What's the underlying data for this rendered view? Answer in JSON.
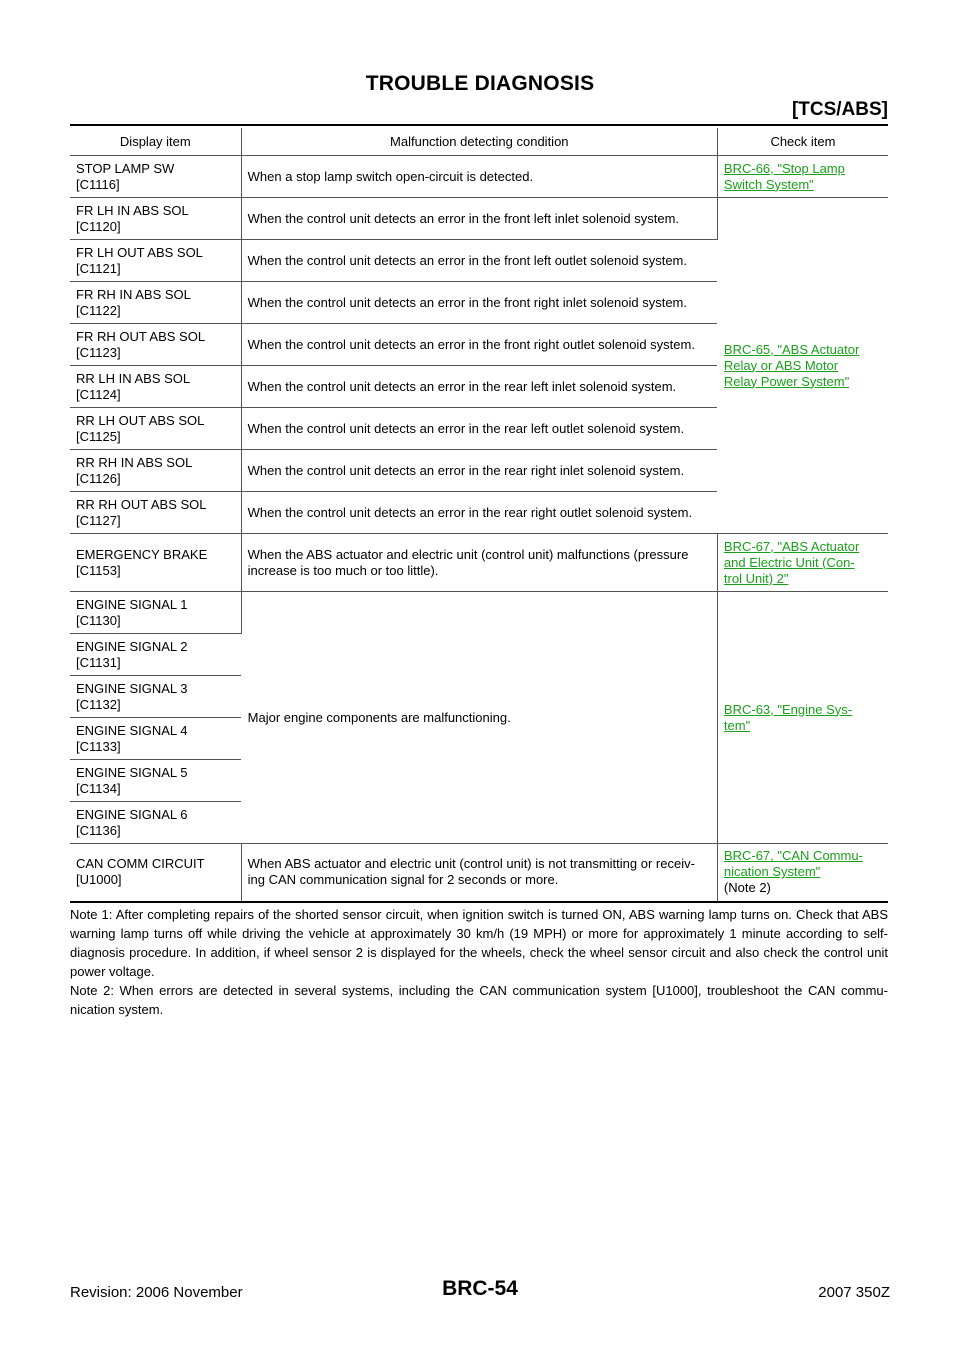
{
  "header": {
    "title": "TROUBLE DIAGNOSIS",
    "section": "[TCS/ABS]"
  },
  "table": {
    "columns": [
      "Display item",
      "Malfunction detecting condition",
      "Check item"
    ],
    "rows": [
      {
        "display": [
          "STOP LAMP SW",
          "[C1116]"
        ],
        "condition": "When a stop lamp switch open-circuit is detected.",
        "check": [
          "BRC-66, \"Stop Lamp ",
          "Switch System\""
        ]
      },
      {
        "display": [
          "FR LH IN ABS SOL",
          "[C1120]"
        ],
        "condition": "When the control unit detects an error in the front left inlet solenoid system.",
        "check": [
          "BRC-65, \"ABS Actuator ",
          "Relay or ABS Motor ",
          "Relay Power System\""
        ]
      },
      {
        "display": [
          "FR LH OUT ABS SOL",
          "[C1121]"
        ],
        "condition": "When the control unit detects an error in the front left outlet solenoid system."
      },
      {
        "display": [
          "FR RH IN ABS SOL",
          "[C1122]"
        ],
        "condition": "When the control unit detects an error in the front right inlet solenoid system."
      },
      {
        "display": [
          "FR RH OUT ABS SOL",
          "[C1123]"
        ],
        "condition": "When the control unit detects an error in the front right outlet solenoid system."
      },
      {
        "display": [
          "RR LH IN ABS SOL",
          "[C1124]"
        ],
        "condition": "When the control unit detects an error in the rear left inlet solenoid system."
      },
      {
        "display": [
          "RR LH OUT ABS SOL",
          "[C1125]"
        ],
        "condition": "When the control unit detects an error in the rear left outlet solenoid system."
      },
      {
        "display": [
          "RR RH IN ABS SOL",
          "[C1126]"
        ],
        "condition": "When the control unit detects an error in the rear right inlet solenoid system."
      },
      {
        "display": [
          "RR RH OUT ABS SOL",
          "[C1127]"
        ],
        "condition": "When the control unit detects an error in the rear right outlet solenoid system."
      },
      {
        "display": [
          "EMERGENCY BRAKE",
          "[C1153]"
        ],
        "condition": "When the ABS actuator and electric unit (control unit) malfunctions (pressure increase is too much or too little).",
        "check": [
          "BRC-67, \"ABS Actuator ",
          "and Electric Unit (Con-",
          "trol Unit) 2\""
        ]
      },
      {
        "display": [
          "ENGINE SIGNAL 1",
          "[C1130]"
        ],
        "condition": "Major engine components are malfunctioning.",
        "check": [
          "BRC-63, \"Engine Sys-",
          "tem\""
        ]
      },
      {
        "display": [
          "ENGINE SIGNAL 2",
          "[C1131]"
        ]
      },
      {
        "display": [
          "ENGINE SIGNAL 3",
          "[C1132]"
        ]
      },
      {
        "display": [
          "ENGINE SIGNAL 4",
          "[C1133]"
        ]
      },
      {
        "display": [
          "ENGINE SIGNAL 5",
          "[C1134]"
        ]
      },
      {
        "display": [
          "ENGINE SIGNAL 6",
          "[C1136]"
        ]
      },
      {
        "display": [
          "CAN COMM CIRCUIT",
          "[U1000]"
        ],
        "condition": "When ABS actuator and electric unit (control unit) is not transmitting or receiv-ing CAN communication signal for 2 seconds or more.",
        "check": [
          "BRC-67, \"CAN Commu-",
          "nication System\""
        ],
        "check_note": "(Note 2)"
      }
    ]
  },
  "notes": [
    "Note 1: After completing repairs of the shorted sensor circuit, when ignition switch is turned ON, ABS warning lamp turns on. Check that ABS warning lamp turns off while driving the vehicle at approximately 30 km/h (19 MPH) or more for approximately 1 minute according to self-diagnosis procedure. In addition, if wheel sensor 2 is displayed for the wheels, check the wheel sensor circuit and also check the control unit power voltage.",
    "Note 2: When errors are detected in several systems, including the CAN communication system [U1000], troubleshoot the CAN commu-nication system."
  ],
  "footer": {
    "revision": "Revision: 2006 November",
    "page": "BRC-54",
    "model": "2007 350Z"
  },
  "colors": {
    "link": "#1aa01a"
  }
}
